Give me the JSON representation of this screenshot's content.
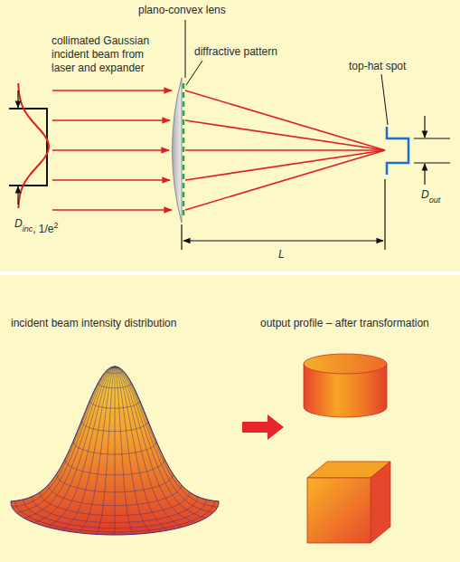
{
  "diagram": {
    "labels": [
      "plano-convex lens",
      "collimated Gaussian incident beam from laser and expander",
      "diffractive pattern",
      "top-hat spot",
      "D",
      "inc",
      ", 1/e",
      "2",
      "D",
      "out",
      "L",
      "incident beam intensity distribution",
      "output profile – after transformation"
    ]
  }
}
